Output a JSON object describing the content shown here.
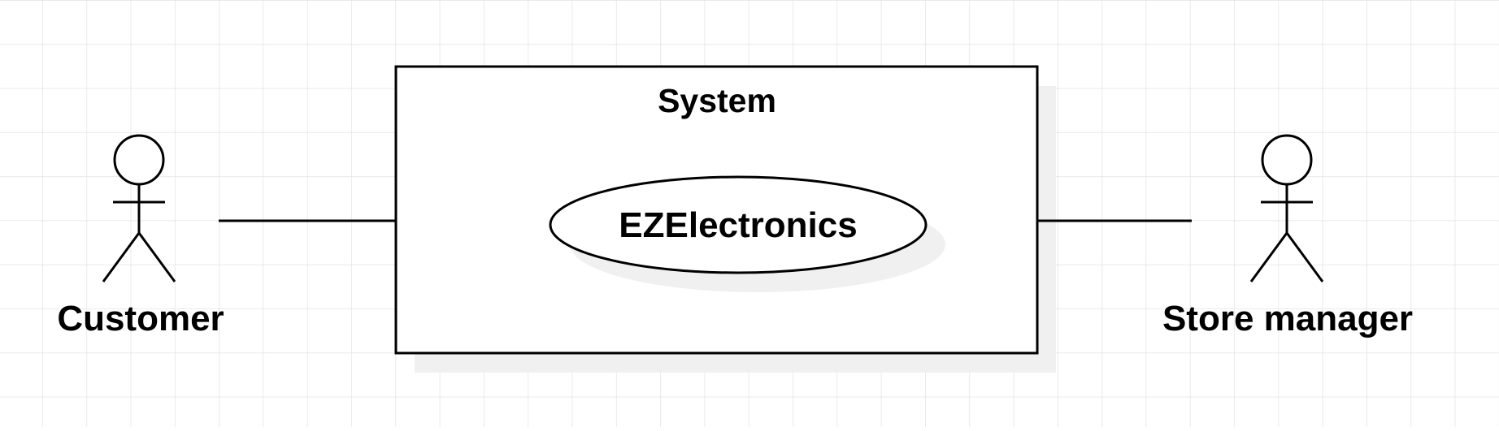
{
  "diagram": {
    "system": {
      "title": "System",
      "use_case": "EZElectronics"
    },
    "actors": {
      "left": {
        "label": "Customer"
      },
      "right": {
        "label": "Store manager"
      }
    },
    "colors": {
      "grid": "#e3e3e3",
      "stroke": "#000000",
      "shadow": "#f0f0f0",
      "background": "#ffffff"
    }
  }
}
